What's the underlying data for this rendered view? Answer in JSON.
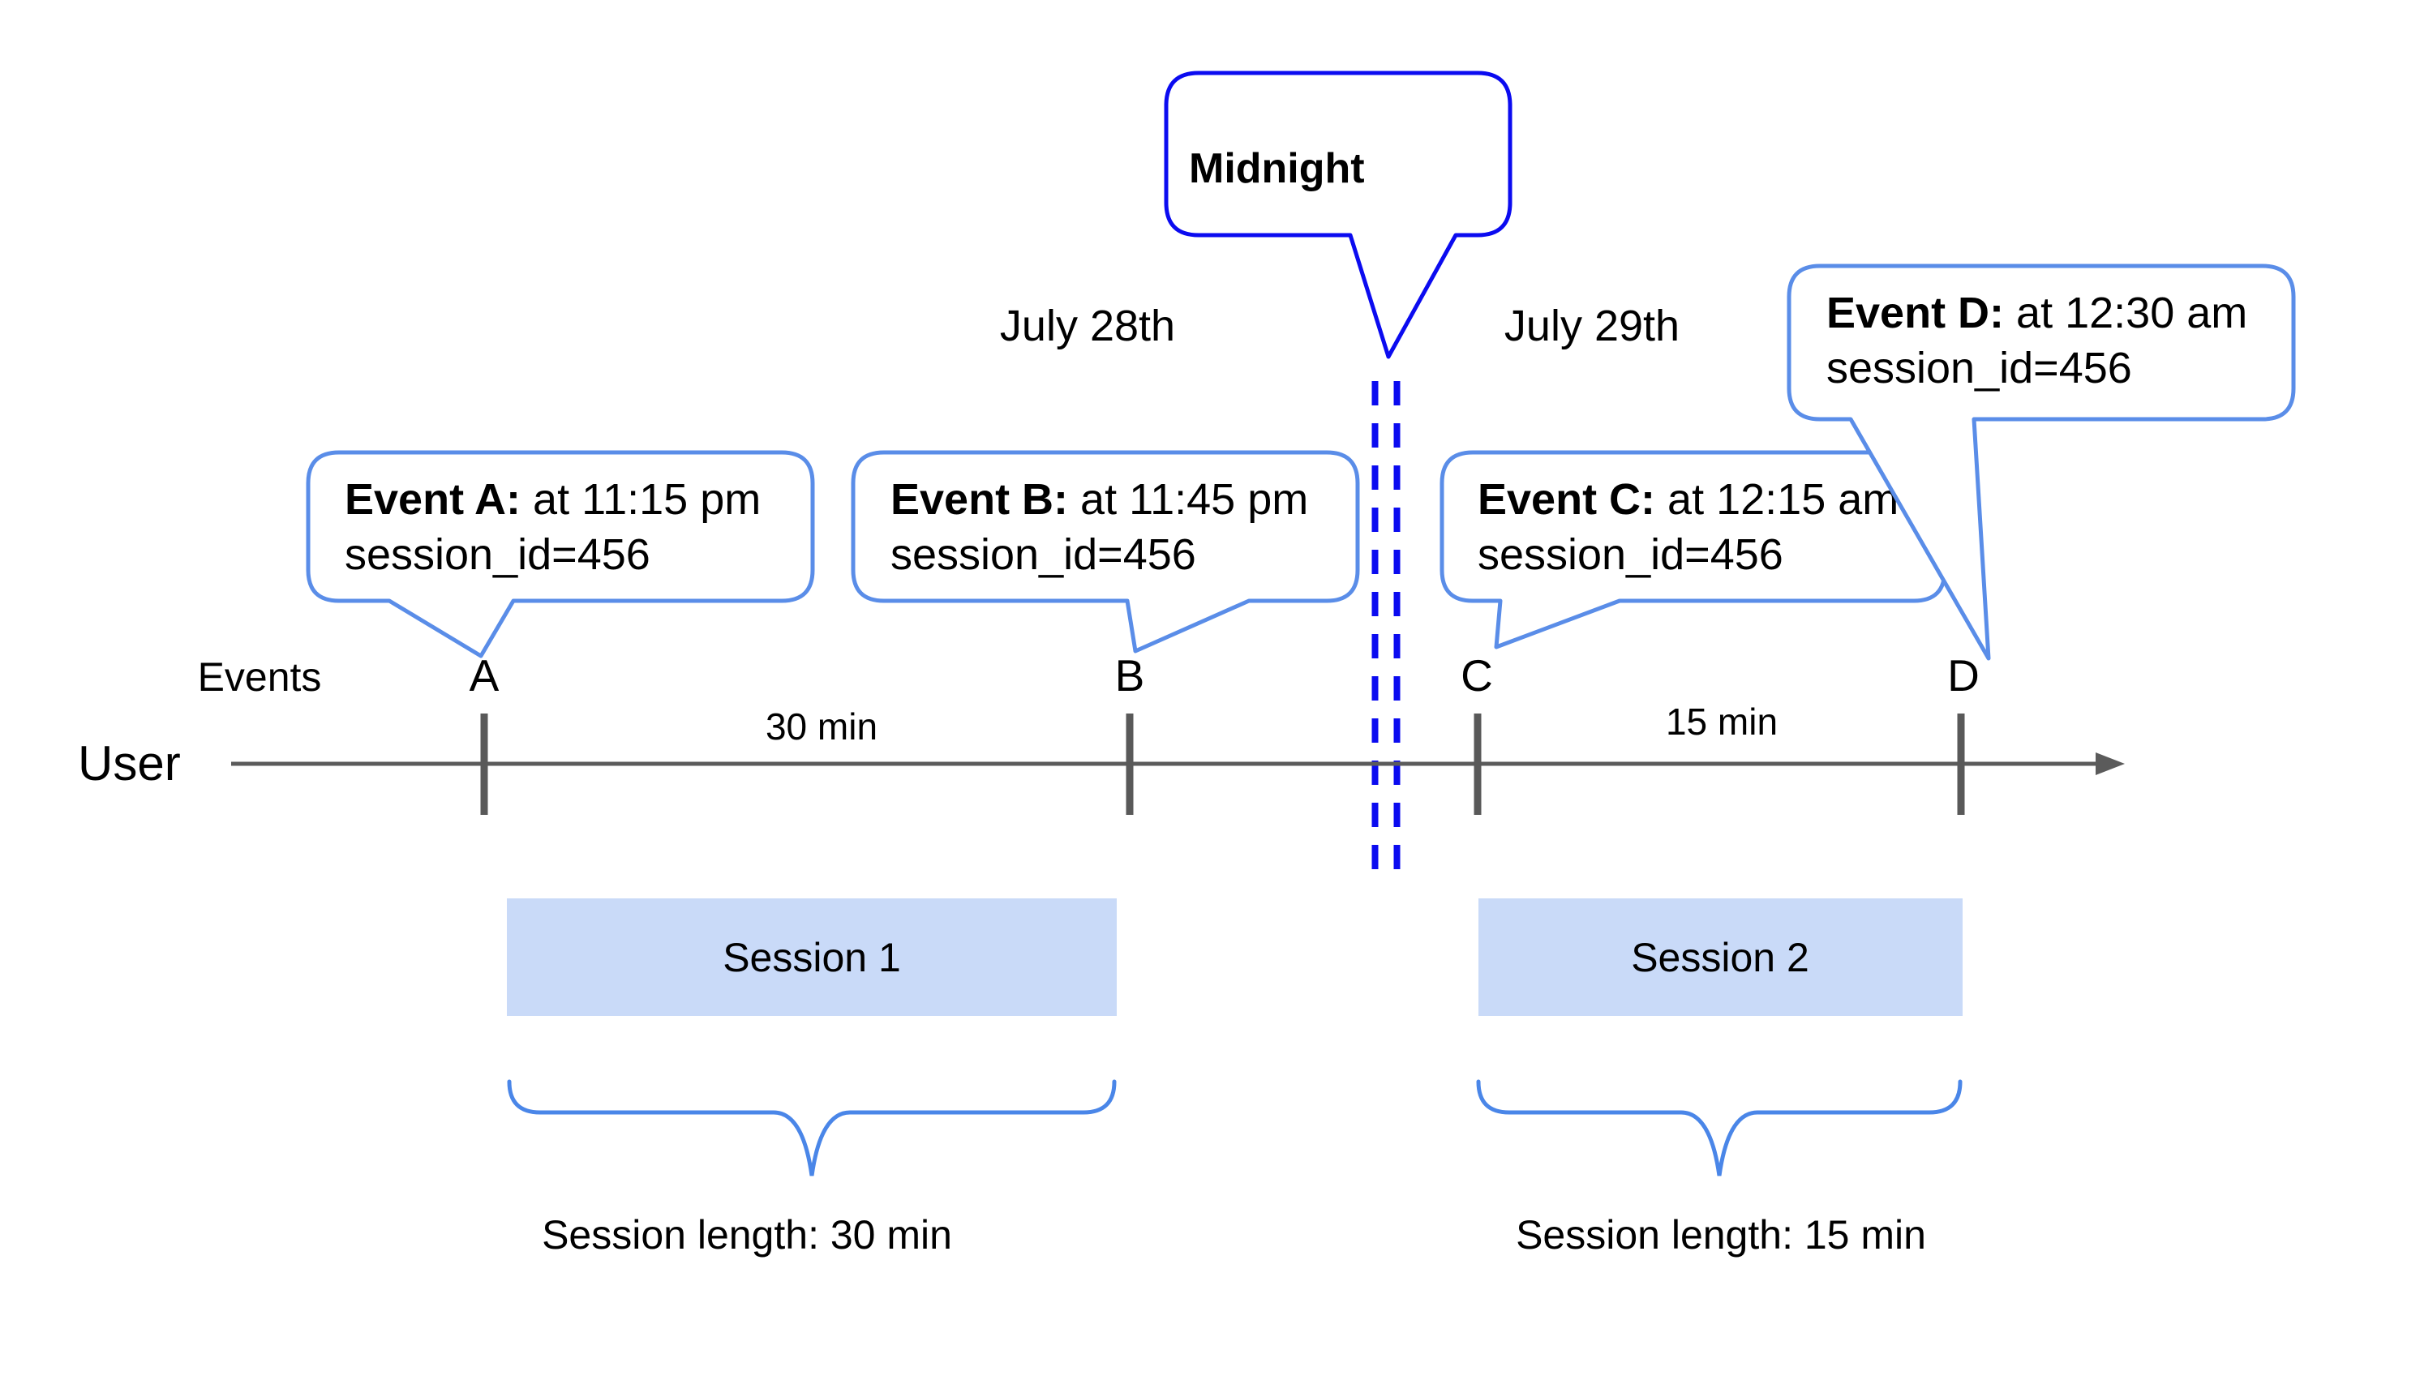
{
  "diagram": {
    "title_hint": "Session length across midnight timeline diagram",
    "dates": {
      "left_day": "July 28th",
      "right_day": "July 29th"
    },
    "midnight": {
      "label": "Midnight"
    },
    "axis": {
      "events_label": "Events",
      "user_label": "User"
    },
    "events": [
      {
        "letter": "A",
        "title": "Event A:",
        "time": " at 11:15 pm",
        "detail": "session_id=456"
      },
      {
        "letter": "B",
        "title": "Event B:",
        "time": " at 11:45 pm",
        "detail": "session_id=456"
      },
      {
        "letter": "C",
        "title": "Event C:",
        "time": " at 12:15 am",
        "detail": "session_id=456"
      },
      {
        "letter": "D",
        "title": "Event D:",
        "time": " at 12:30 am",
        "detail": "session_id=456"
      }
    ],
    "gaps": [
      {
        "label": "30 min"
      },
      {
        "label": "15 min"
      }
    ],
    "sessions": [
      {
        "name": "Session 1",
        "length_label": "Session length: 30 min"
      },
      {
        "name": "Session 2",
        "length_label": "Session length: 15 min"
      }
    ],
    "colors": {
      "timeline_gray": "#5b5b5b",
      "tick_gray": "#595959",
      "bubble_border_blue": "#5a8de8",
      "brace_blue": "#4a86e8",
      "midnight_blue": "#0b0bf0",
      "session_fill": "#c9daf8",
      "text_black": "#000000"
    }
  }
}
